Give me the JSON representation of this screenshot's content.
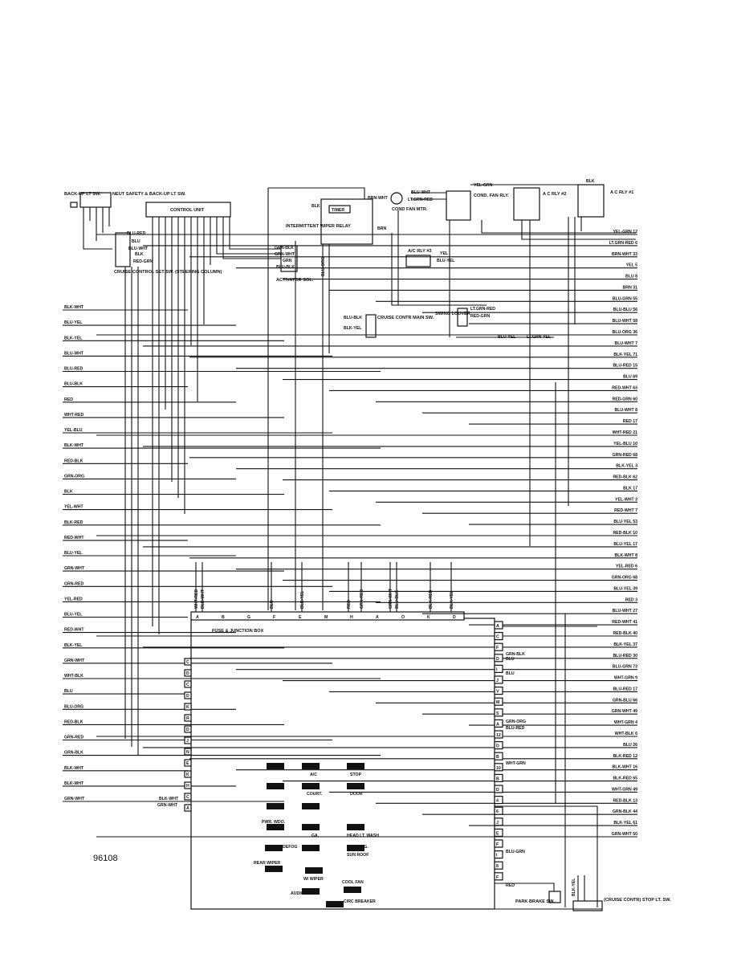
{
  "figure_number": "96108",
  "components": {
    "backup_sw": "BACK-UP LT SW.",
    "neut_safety": "NEUT SAFETY & BACK-UP LT SW.",
    "control_unit": "CONTROL UNIT",
    "cruise_set_sw": "CRUISE CONTROL SET SW. (STEERING COLUMN)",
    "wiper_relay": "INTERMITTENT WIPER RELAY",
    "timer": "TIMER",
    "activator": "ACTIVATOR SOL.",
    "cond_fan_mtr": "COND FAN MTR.",
    "cond_fan_rly": "COND. FAN RLY.",
    "ac_rly2": "A C RLY #2",
    "ac_rly1": "A C RLY #1",
    "ac_rly3": "A/C RLY #3",
    "swing_louver": "SWING LOUVER",
    "cruise_main_sw": "CRUISE CONTR MAIN SW.",
    "fuse_box": "FUSE & JUNCTION BOX",
    "park_brake": "PARK BRAKE SW.",
    "stop_lt_sw": "(CRUISE CONTR) STOP LT. SW."
  },
  "fuses": [
    "A/C",
    "STOP",
    "COURT.",
    "DOOR",
    "PWR. WDO.",
    "GA.",
    "HEAD LT. WASH",
    "DEFOG",
    "ENG.",
    "SUN ROOF",
    "REAR WIPER",
    "W/ WIPER",
    "COOL FAN",
    "AUDIO",
    "CIRC BREAKER"
  ],
  "top_wires": [
    "BLU-WHT",
    "LT.GRN-RED",
    "YEL-GRN",
    "BLK",
    "YEL",
    "BLU-YEL",
    "BRN-WHT",
    "BRN",
    "BLK",
    "GRN-BLK",
    "GRN-WHT",
    "GRN",
    "BLU-BLK",
    "BLU-ORG",
    "BLU-RED",
    "BLU",
    "BLU-WHT",
    "BLK",
    "RED-GRN",
    "BLK-YEL",
    "BLU-BLK",
    "LT.GRN-RED",
    "RED-GRN",
    "BLU-YEL",
    "LT.GRN-YEL"
  ],
  "left_wires": [
    "BLK-WHT",
    "BLU-YEL",
    "BLK-YEL",
    "BLU-WHT",
    "BLU-RED",
    "BLU-BLK",
    "RED",
    "WHT-RED",
    "YEL-BLU",
    "BLK-WHT",
    "RED-BLK",
    "GRN-ORG",
    "BLK",
    "YEL-WHT",
    "BLK-RED",
    "RED-WHT",
    "BLU-YEL",
    "GRN-WHT",
    "GRN-RED",
    "YEL-RED",
    "BLU-YEL",
    "RED-WHT",
    "BLK-YEL",
    "GRN-WHT",
    "WHT-BLK",
    "BLU",
    "BLU-ORG",
    "RED-BLK",
    "GRN-RED",
    "GRN-BLK",
    "BLK-WHT",
    "BLK-WHT",
    "GRN-WHT"
  ],
  "right_wires": [
    "YEL-GRN 12",
    "LT.GRN-RED 6",
    "BRN-WHT 33",
    "YEL 5",
    "BLU 8",
    "BRN 31",
    "BLU-GRN 55",
    "BLU-BLU 56",
    "BLU-WHT 58",
    "BLU-ORG 36",
    "BLU-WHT 7",
    "BLK-YEL 71",
    "BLU-RED 15",
    "BLU 69",
    "RED-WHT 63",
    "RED-GRN 60",
    "BLU-WHT 8",
    "RED 17",
    "WHT-RED 21",
    "YEL-BLU 10",
    "GRN-RED 68",
    "BLK-YEL 3",
    "RED-BLK 62",
    "BLK 17",
    "YEL-WHT 3",
    "RED-WHT 7",
    "BLU-YEL 53",
    "RED-BLK 10",
    "BLU-YEL 17",
    "BLK-WHT 8",
    "YEL-RED 6",
    "GRN-ORG 68",
    "BLU-YEL 39",
    "RED 3",
    "BLU-WHT 27",
    "RED-WHT 41",
    "RED-BLK 40",
    "BLK-YEL 37",
    "BLU-RED 30",
    "BLU-GRN 73",
    "WHT-GRN 9",
    "BLU-RED 17",
    "GRN-BLU 66",
    "GRN-WHT 49",
    "WHT-GRN 4",
    "WHT-BLK 6",
    "BLU 26",
    "BLK-RED 12",
    "BLK-WHT 16",
    "BLK-RED 65",
    "WHT-GRN 49",
    "RED-BLK 13",
    "GRN-BLK 44",
    "BLK-YEL 61",
    "GRN-WHT 50"
  ],
  "fuse_box_top_wires": [
    "WHT-RED",
    "BLK-WHT",
    "BLU",
    "BLK-YEL",
    "RED",
    "GRN-RED",
    "GRN-WHT",
    "BLU-BLK",
    "BLK-RED",
    "BLK-YEL"
  ],
  "fuse_box_top_letters": [
    "A",
    "B",
    "G",
    "F",
    "E",
    "M",
    "H",
    "A",
    "O",
    "K",
    "D"
  ],
  "fuse_box_left_letters": [
    "C",
    "D",
    "C",
    "D",
    "K",
    "R",
    "D",
    "J",
    "N",
    "E",
    "K",
    "H",
    "C",
    "A"
  ],
  "fuse_box_right_letters": [
    "A",
    "C",
    "F",
    "D",
    "I",
    "J",
    "V",
    "M",
    "S",
    "A",
    "12",
    "D",
    "B",
    "10",
    "B",
    "D",
    "4",
    "6",
    "J",
    "E",
    "F",
    "I",
    "8",
    "F"
  ],
  "fuse_box_right_wires": [
    "GRN-BLK",
    "BLU",
    "BLU",
    "GRN-ORG",
    "BLU-RED",
    "WHT-GRN",
    "BLU-GRN",
    "RED"
  ],
  "bottom_wires": [
    "BLK-WHT",
    "GRN-WHT",
    "BLK-YEL"
  ]
}
